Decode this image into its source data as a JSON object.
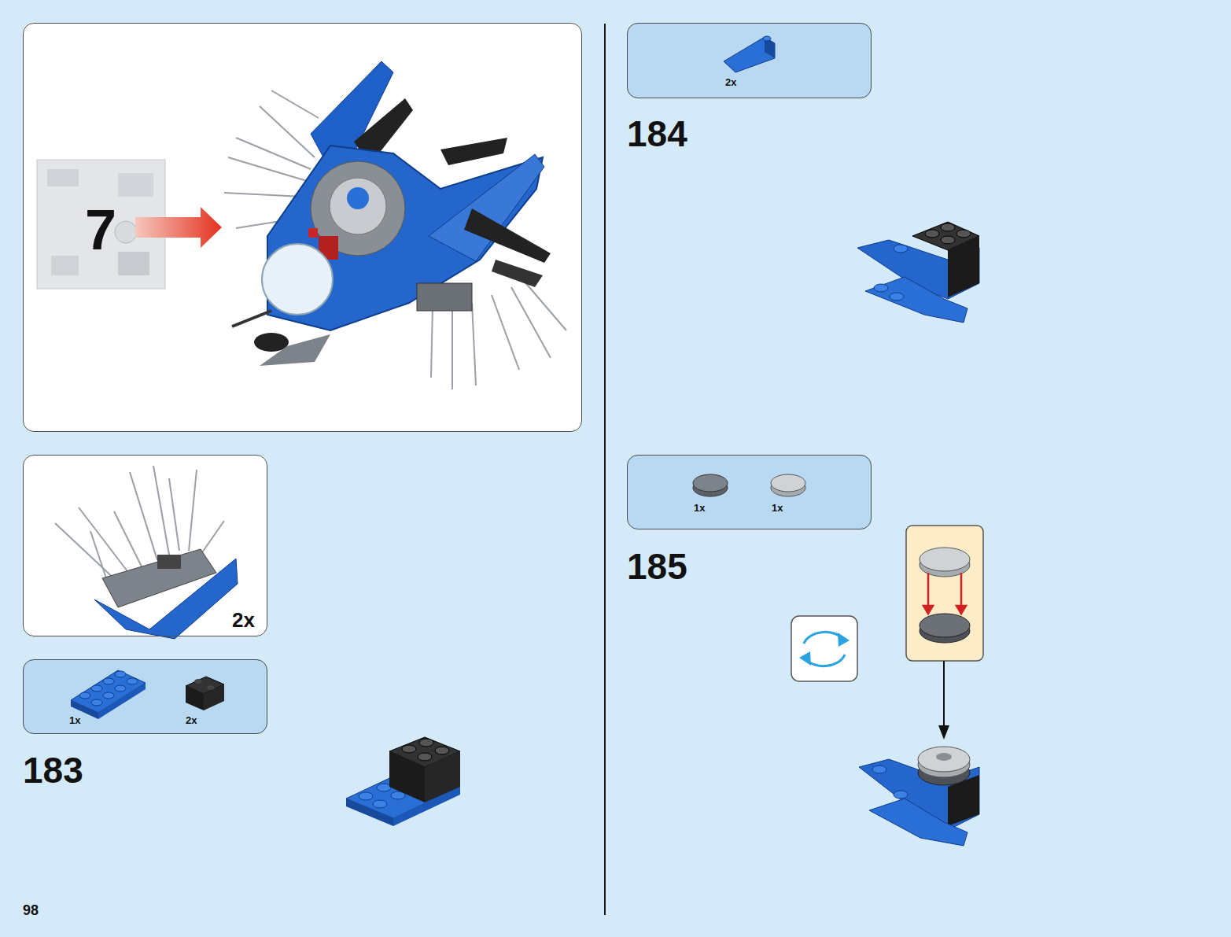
{
  "diagram": {
    "nodes": [
      {
        "text": [
          "7"
        ]
      },
      {
        "text": [
          "2x"
        ]
      },
      {
        "text": [
          "1x",
          "2x"
        ]
      },
      {
        "text": [
          "2x"
        ]
      },
      {
        "text": [
          "1x",
          "1x"
        ]
      }
    ],
    "labels": [
      "183",
      "184",
      "185",
      "98"
    ]
  }
}
